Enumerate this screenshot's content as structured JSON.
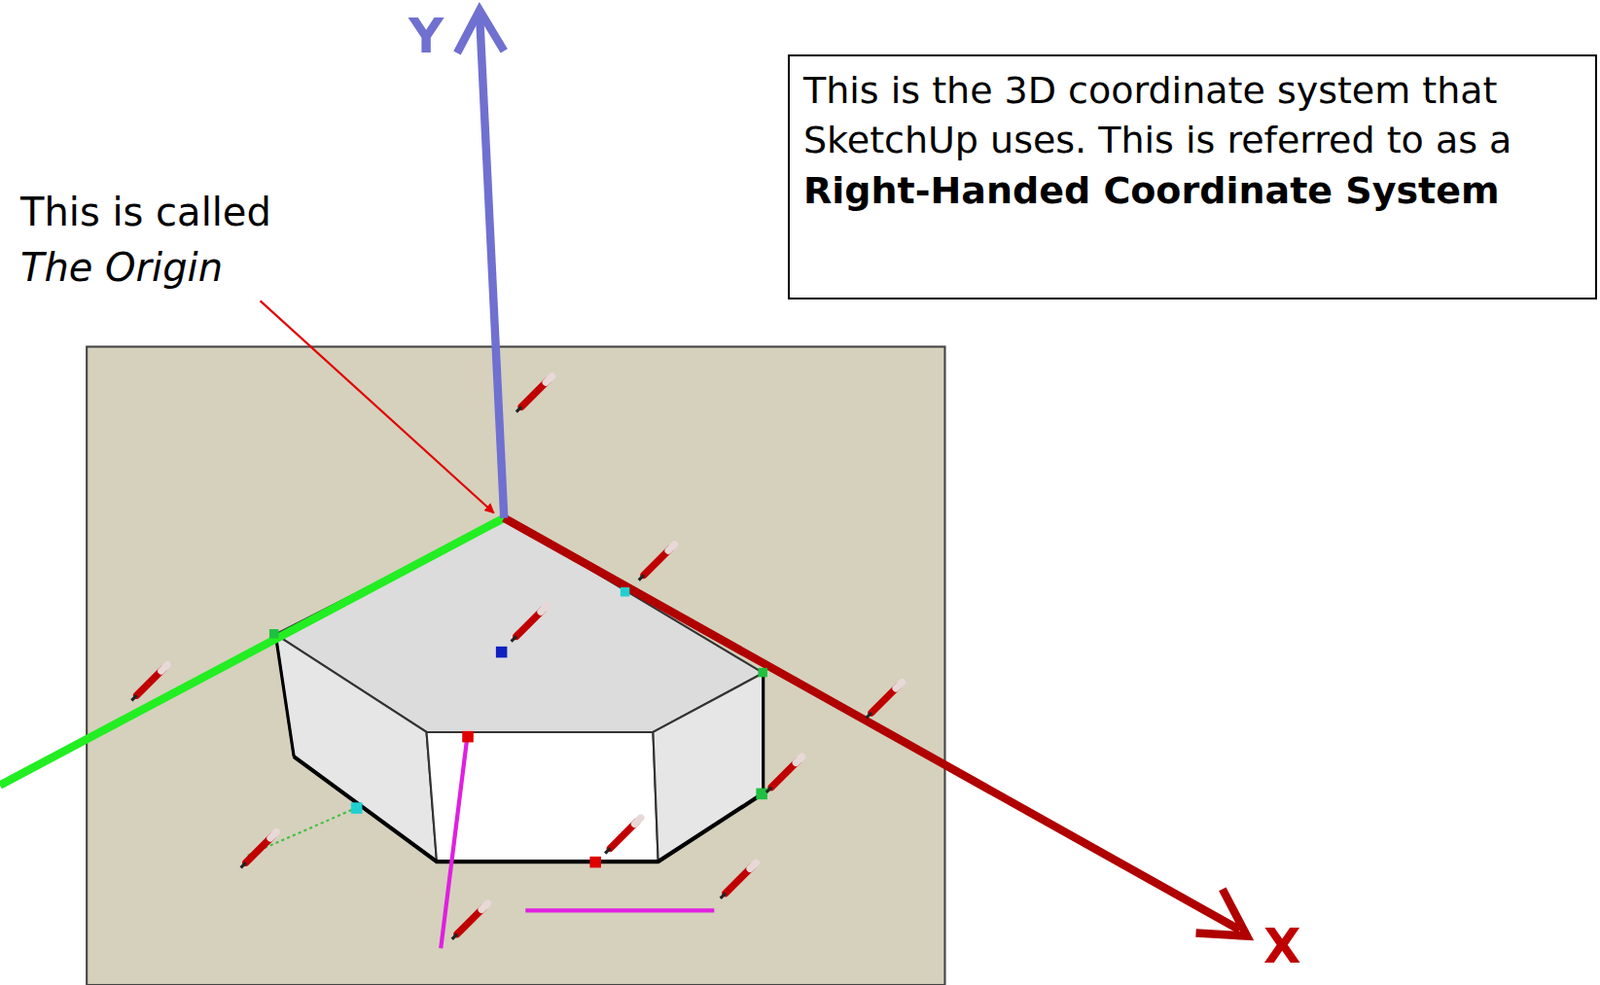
{
  "diagram": {
    "nodes": [
      {
        "text": [
          "This is the 3D coordinate system that SketchUp uses.  This is referred to as a",
          "Right-Handed Coordinate System"
        ]
      }
    ],
    "labels": [
      "Y",
      "X",
      "This is called",
      "The Origin"
    ]
  }
}
